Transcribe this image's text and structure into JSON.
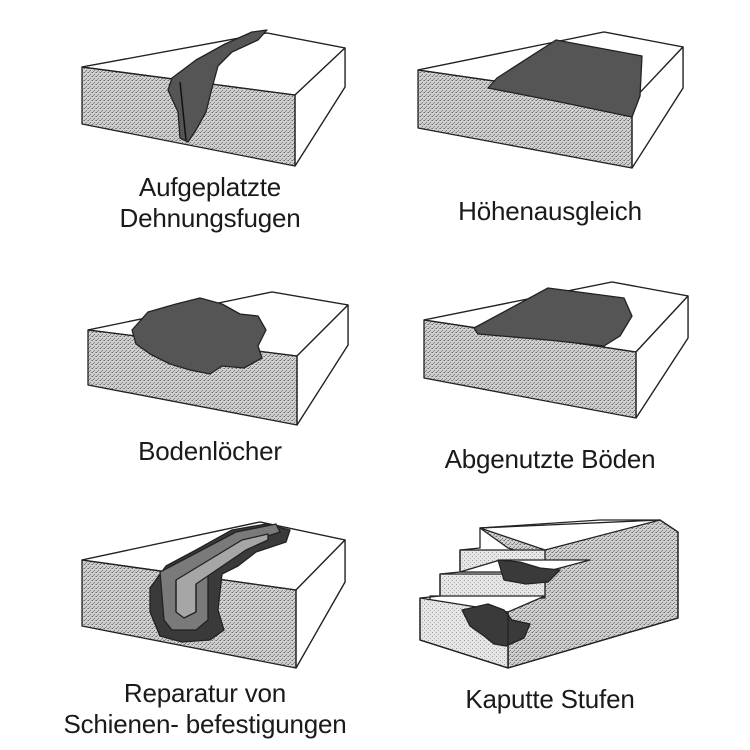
{
  "panels": [
    {
      "id": "expansion-joints",
      "caption": [
        "Aufgeplatzte",
        "Dehnungsfugen"
      ]
    },
    {
      "id": "leveling",
      "caption": [
        "Höhenausgleich"
      ]
    },
    {
      "id": "floor-holes",
      "caption": [
        "Bodenlöcher"
      ]
    },
    {
      "id": "worn-floors",
      "caption": [
        "Abgenutzte Böden"
      ]
    },
    {
      "id": "rail-repair",
      "caption": [
        "Reparatur von",
        "Schienen- befestigungen"
      ]
    },
    {
      "id": "broken-steps",
      "caption": [
        "Kaputte Stufen"
      ]
    }
  ],
  "colors": {
    "stroke": "#222222",
    "repair": "#555555",
    "dark": "#3a3a3a",
    "top": "#ffffff"
  }
}
